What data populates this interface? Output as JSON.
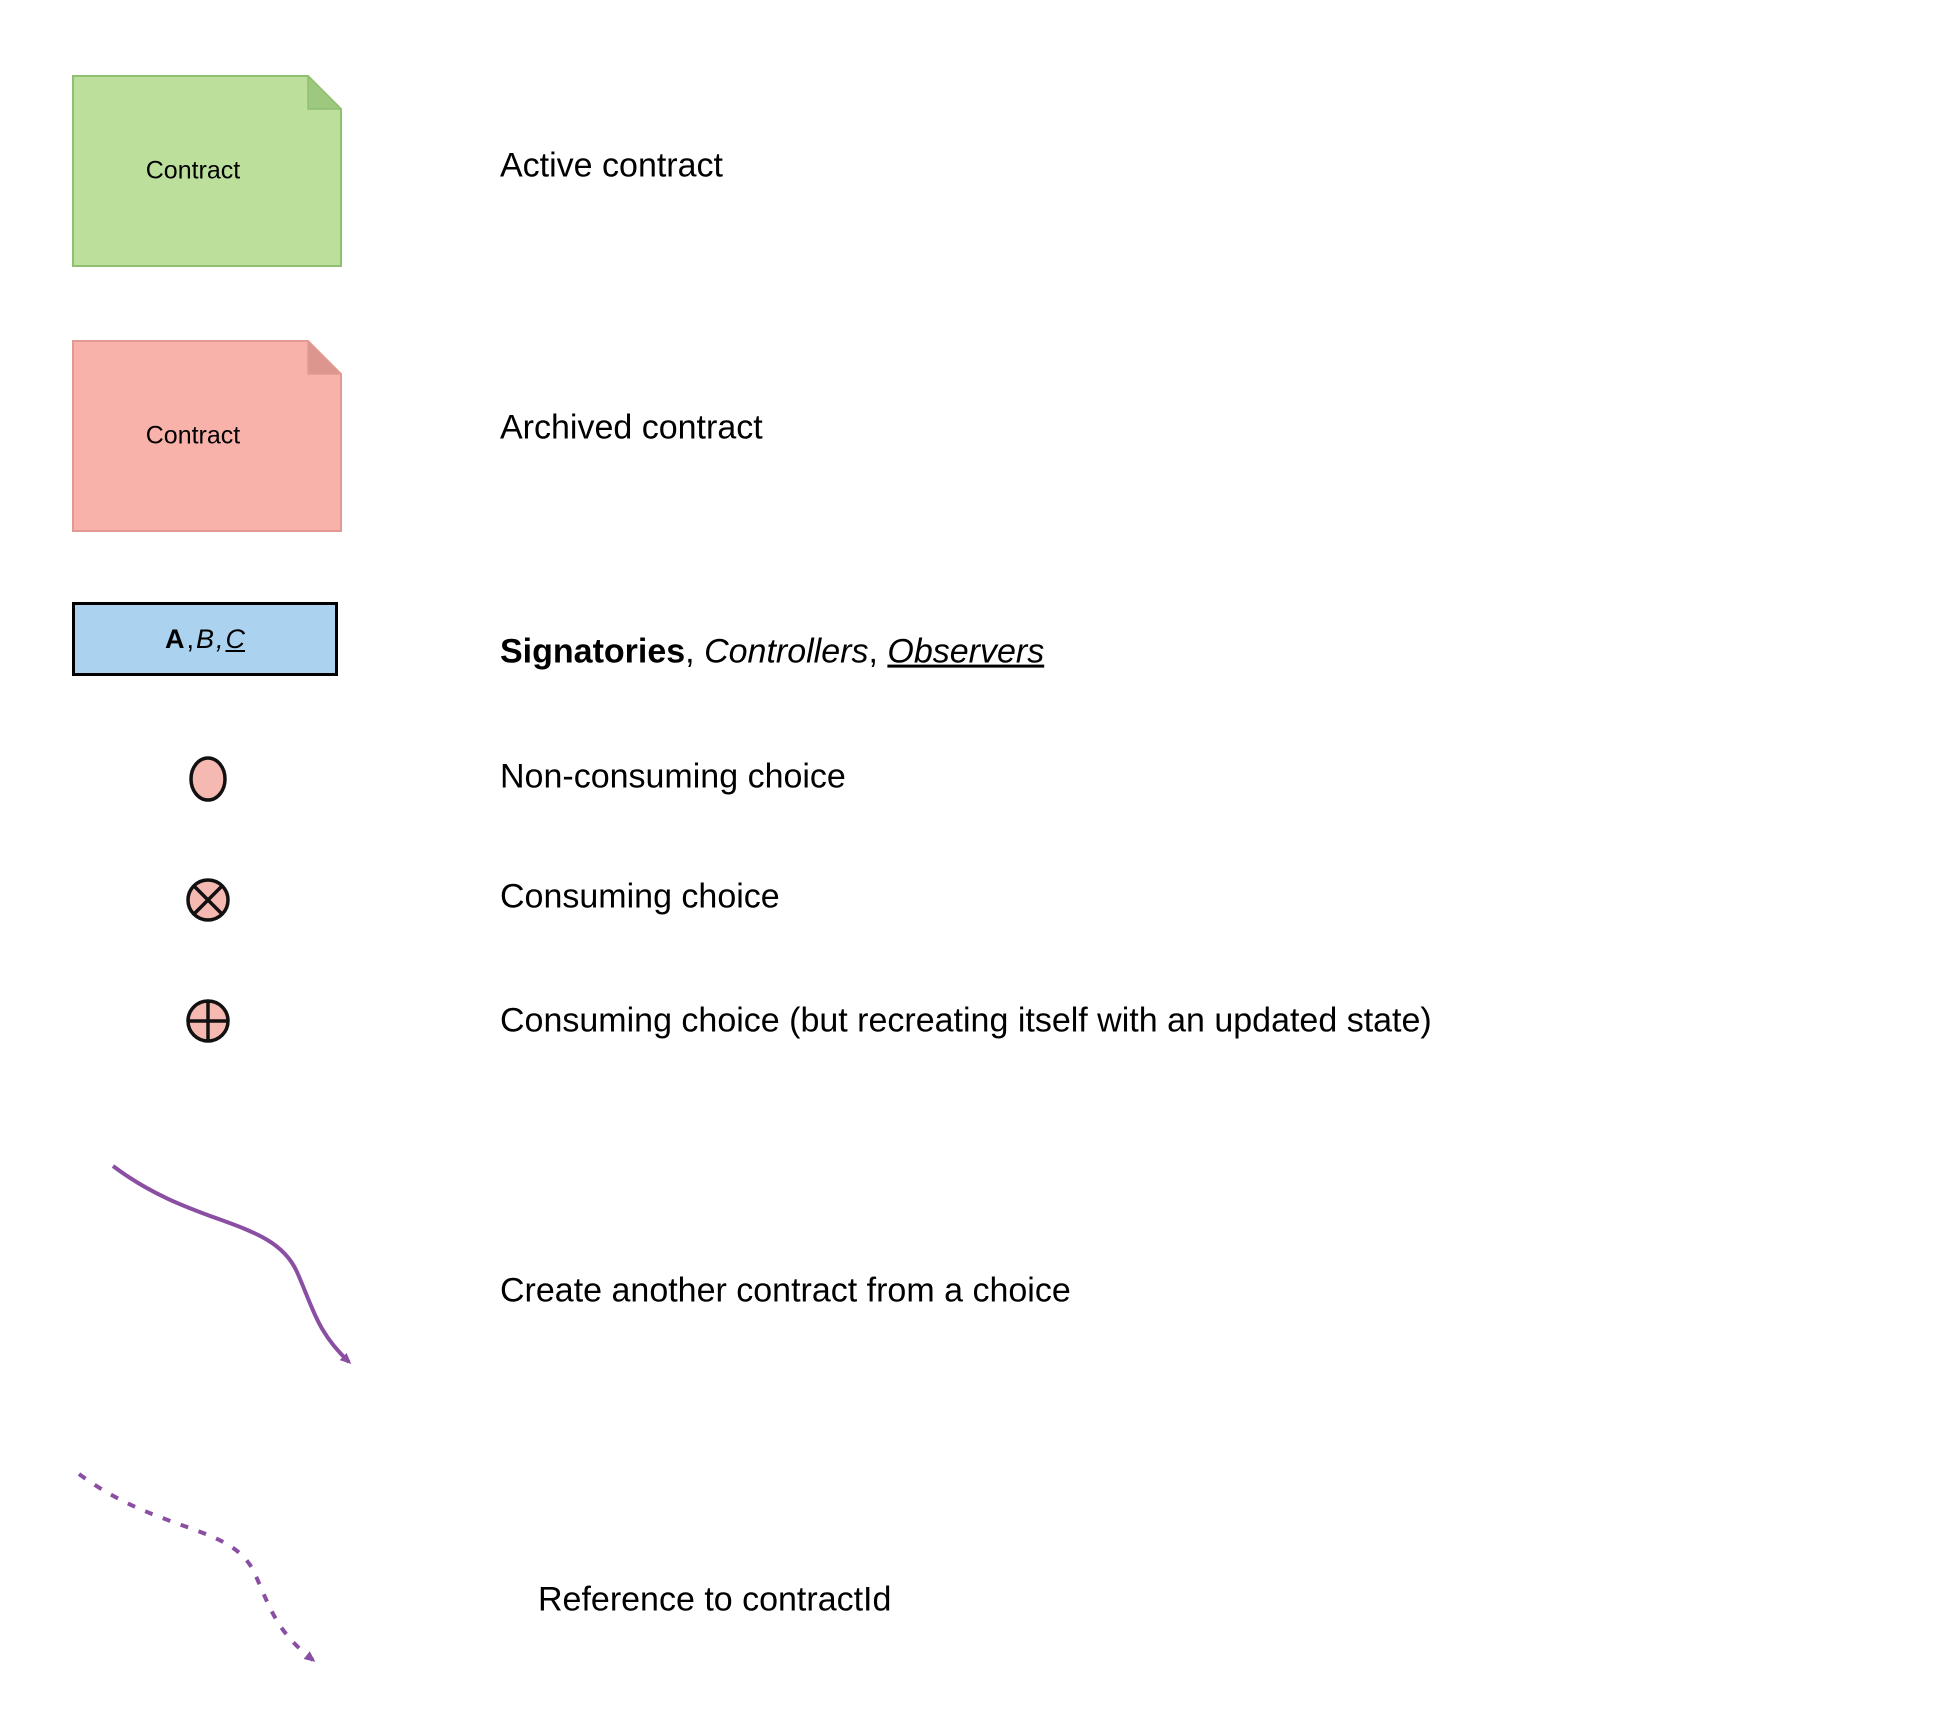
{
  "colors": {
    "active_contract_fill": "#bcdf9c",
    "active_contract_fold": "#9ec87e",
    "active_contract_stroke": "#a8cf8a",
    "archived_contract_fill": "#f9b2a9",
    "archived_contract_fold": "#dd968f",
    "archived_contract_stroke": "#e5a099",
    "party_box_fill": "#abd3f0",
    "choice_fill": "#f6b9b1",
    "choice_stroke": "#111111",
    "arrow_purple": "#8a4fa3",
    "text_color": "#000000"
  },
  "legend": {
    "active_contract": {
      "icon": "document-folded-corner-green",
      "icon_label": "Contract",
      "label": "Active contract"
    },
    "archived_contract": {
      "icon": "document-folded-corner-red",
      "icon_label": "Contract",
      "label": "Archived contract"
    },
    "parties": {
      "icon_a": "A",
      "sep1": ", ",
      "icon_b": "B",
      "sep2": ", ",
      "icon_c": "C",
      "label_signatories": "Signatories",
      "label_sep1": ", ",
      "label_controllers": "Controllers",
      "label_sep2": ", ",
      "label_observers": "Observers"
    },
    "non_consuming_choice": {
      "icon": "ellipse-outline-pink",
      "label": "Non-consuming choice"
    },
    "consuming_choice": {
      "icon": "circle-x-pink",
      "label": "Consuming choice"
    },
    "consuming_recreating_choice": {
      "icon": "circle-plus-pink",
      "label": "Consuming choice (but recreating itself with an updated state)"
    },
    "create_contract_arrow": {
      "icon": "curved-solid-arrow-purple",
      "label": "Create another contract from a choice"
    },
    "reference_arrow": {
      "icon": "curved-dashed-arrow-purple",
      "label": "Reference to contractId"
    }
  }
}
